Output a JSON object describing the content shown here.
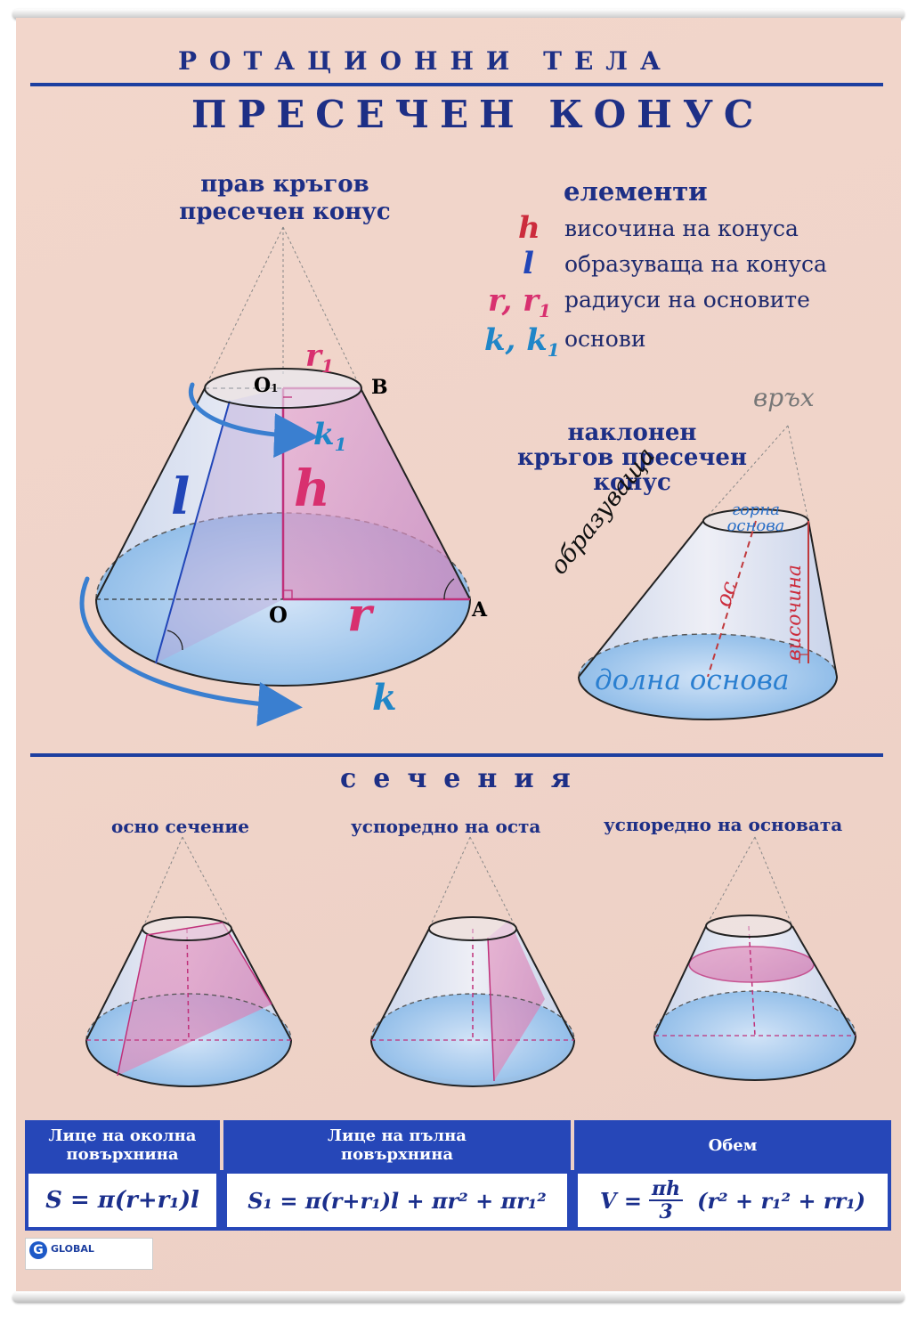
{
  "title": {
    "line1": "РОТАЦИОННИ ТЕЛА",
    "line2": "ПРЕСЕЧЕН КОНУС"
  },
  "right_cone": {
    "heading": [
      "прав кръгов",
      "пресечен конус"
    ],
    "labels": {
      "r1": "r",
      "r1_sub": "1",
      "O1": "O",
      "O1_sub": "1",
      "B": "B",
      "k1": "k",
      "k1_sub": "1",
      "h": "h",
      "l": "l",
      "O": "O",
      "r": "r",
      "A": "A",
      "k": "k"
    }
  },
  "elements": {
    "heading": "елементи",
    "items": [
      {
        "symbol": "h",
        "text": "височина на конуса"
      },
      {
        "symbol": "l",
        "text": "образуваща на конуса"
      },
      {
        "symbol": "r, r",
        "sub": "1",
        "text": "радиуси на основите"
      },
      {
        "symbol": "k, k",
        "sub": "1",
        "text": "основи"
      }
    ]
  },
  "oblique_cone": {
    "heading": [
      "наклонен",
      "кръгов пресечен",
      "конус"
    ],
    "labels": {
      "apex": "връх",
      "generatrix": "образуваща",
      "top_base": [
        "горна",
        "основа"
      ],
      "axis": "ос",
      "height": "височина",
      "bottom_base": "долна основа"
    }
  },
  "sections": {
    "title": "сечения",
    "items": [
      {
        "label": "осно сечение"
      },
      {
        "label": "успоредно на оста"
      },
      {
        "label": "успоредно на основата"
      }
    ]
  },
  "formulas": [
    {
      "header": [
        "Лице на околна",
        "повърхнина"
      ],
      "formula": "S = π(r+r₁)l"
    },
    {
      "header": [
        "Лице на пълна",
        "повърхнина"
      ],
      "formula": "S₁ = π(r+r₁)l + πr² + πr₁²"
    },
    {
      "header": [
        "Обем"
      ],
      "formula_left": "V =",
      "frac_num": "πh",
      "frac_den": "3",
      "formula_right": "(r² + r₁² + rr₁)"
    }
  ],
  "logo": {
    "text": "GLOBAL",
    "letter": "G"
  },
  "colors": {
    "navy": "#1d2f86",
    "accent_blue": "#2647b8",
    "pink": "#d8306f",
    "cyan": "#1f86c8",
    "red": "#cc2c3c",
    "background": "#f0d4c9"
  }
}
